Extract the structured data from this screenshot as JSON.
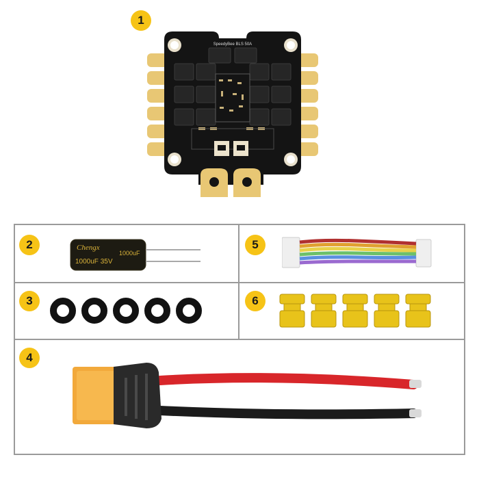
{
  "items": [
    {
      "number": "1",
      "board_text": "SpeedyBee BLS 50A"
    },
    {
      "number": "2",
      "cap_brand": "Chengx",
      "cap_rating": "1000uF 35V",
      "cap_rating_2": "1000uF"
    },
    {
      "number": "3"
    },
    {
      "number": "4"
    },
    {
      "number": "5"
    },
    {
      "number": "6"
    }
  ],
  "colors": {
    "badge": "#f6c316",
    "pcb": "#141414",
    "pad_gold": "#e8c774",
    "grid_line": "#9a9a9a",
    "xt_yellow": "#f2a93b",
    "wire_red": "#d8262a",
    "wire_black": "#1b1b1b"
  }
}
